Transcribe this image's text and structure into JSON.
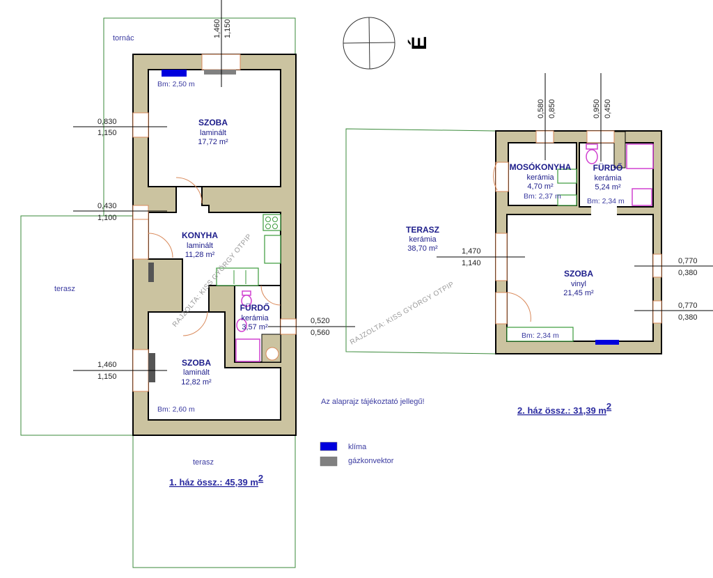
{
  "north_label": "É",
  "house1": {
    "tornac": "tornác",
    "terasz_left": "terasz",
    "terasz_bottom": "terasz",
    "rooms": [
      {
        "name": "SZOBA",
        "floor": "laminált",
        "area": "17,72 m²",
        "bm": "Bm: 2,50 m"
      },
      {
        "name": "KONYHA",
        "floor": "laminált",
        "area": "11,28 m²"
      },
      {
        "name": "FÜRDŐ",
        "floor": "kerámia",
        "area": "3,57 m²"
      },
      {
        "name": "SZOBA",
        "floor": "laminált",
        "area": "12,82 m²",
        "bm": "Bm: 2,60 m"
      }
    ],
    "dims": {
      "top": [
        "1,460",
        "1,150"
      ],
      "left1": [
        "0,830",
        "1,150"
      ],
      "left2": [
        "0,430",
        "1,100"
      ],
      "left3": [
        "1,460",
        "1,150"
      ],
      "right": [
        "0,520",
        "0,560"
      ]
    },
    "total": "1. ház össz.: 45,39 m",
    "total_sup": "2"
  },
  "house2": {
    "terasz": {
      "name": "TERASZ",
      "floor": "kerámia",
      "area": "38,70 m²"
    },
    "rooms": [
      {
        "name": "MOSÓKONYHA",
        "floor": "kerámia",
        "area": "4,70 m²",
        "bm": "Bm: 2,37 m"
      },
      {
        "name": "FÜRDŐ",
        "floor": "kerámia",
        "area": "5,24 m²",
        "bm": "Bm: 2,34 m"
      },
      {
        "name": "SZOBA",
        "floor": "vinyl",
        "area": "21,45 m²",
        "bm": "Bm: 2,34 m"
      }
    ],
    "dims": {
      "top1": [
        "0,580",
        "0,850"
      ],
      "top2": [
        "0,950",
        "0,450"
      ],
      "left": [
        "1,470",
        "1,140"
      ],
      "right1": [
        "0,770",
        "0,380"
      ],
      "right2": [
        "0,770",
        "0,380"
      ]
    },
    "total": "2. ház össz.: 31,39 m",
    "total_sup": "2"
  },
  "note": "Az alaprajz tájékoztató jellegű!",
  "legend": [
    {
      "label": "klíma",
      "color": "#0000dd"
    },
    {
      "label": "gázkonvektor",
      "color": "#808080"
    }
  ],
  "watermark": "RAJZOLTA: KISS GYÖRGY OTPIP"
}
